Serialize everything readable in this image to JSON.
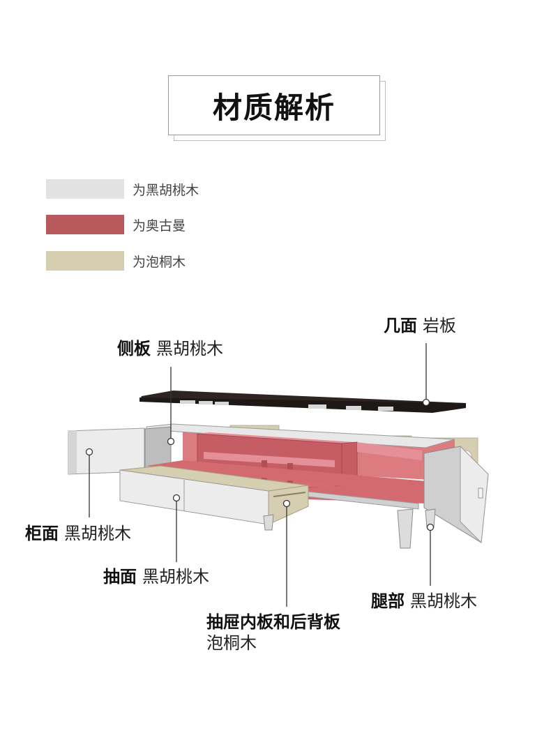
{
  "title": "材质解析",
  "legend": [
    {
      "label": "为黑胡桃木",
      "color": "#e2e2e2"
    },
    {
      "label": "为奥古曼",
      "color": "#b85a5d"
    },
    {
      "label": "为泡桐木",
      "color": "#d6ceb0"
    }
  ],
  "callouts": {
    "top": {
      "part": "几面",
      "material": "岩板"
    },
    "side": {
      "part": "侧板",
      "material": "黑胡桃木"
    },
    "cabinet_front": {
      "part": "柜面",
      "material": "黑胡桃木"
    },
    "drawer_front": {
      "part": "抽面",
      "material": "黑胡桃木"
    },
    "drawer_inner": {
      "part": "抽屉内板和后背板",
      "material": "泡桐木"
    },
    "legs": {
      "part": "腿部",
      "material": "黑胡桃木"
    }
  },
  "colors": {
    "walnut": "#e2e2e2",
    "okoume": "#b85a5d",
    "paulownia": "#d6ceb0",
    "stone_top": "#2e2523"
  }
}
